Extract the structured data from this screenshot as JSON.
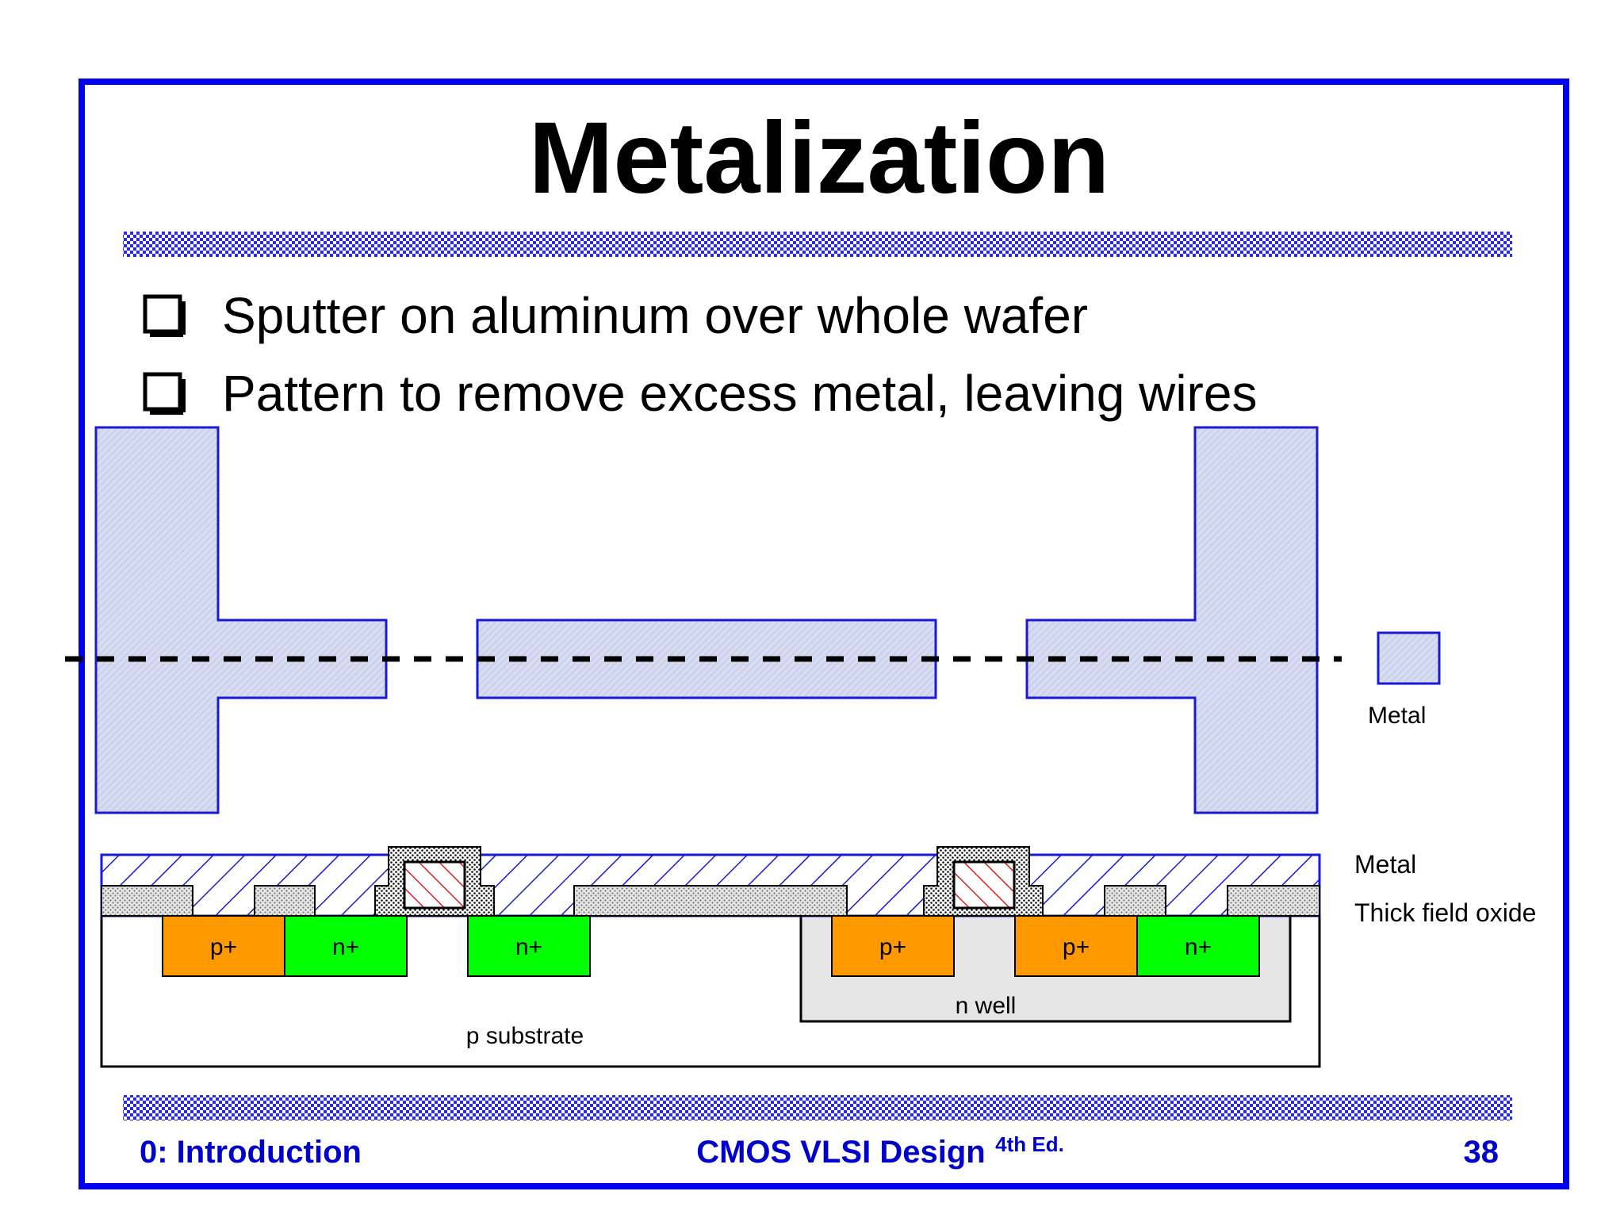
{
  "slide": {
    "title": "Metalization",
    "bullets": [
      "Sputter on aluminum over whole wafer",
      "Pattern to remove excess metal, leaving wires"
    ]
  },
  "layout_view": {
    "legend_label": "Metal"
  },
  "cross_section": {
    "legend": {
      "metal": "Metal",
      "oxide": "Thick field oxide"
    },
    "regions": {
      "p_substrate": "p substrate",
      "n_well": "n well"
    },
    "diffusions": [
      "p+",
      "n+",
      "n+",
      "p+",
      "p+",
      "n+"
    ]
  },
  "footer": {
    "left": "0: Introduction",
    "center": "CMOS VLSI Design",
    "center_sup": "4th Ed.",
    "page": "38"
  },
  "colors": {
    "frame": "#0000ee",
    "metal_fill": "#d8dcf0",
    "metal_stroke": "#1a1ad6",
    "p_plus": "#ff9900",
    "n_plus": "#00ff00",
    "n_well": "#e6e6e6",
    "poly_hatch": "#e02020",
    "footer_text": "#0000cc"
  }
}
